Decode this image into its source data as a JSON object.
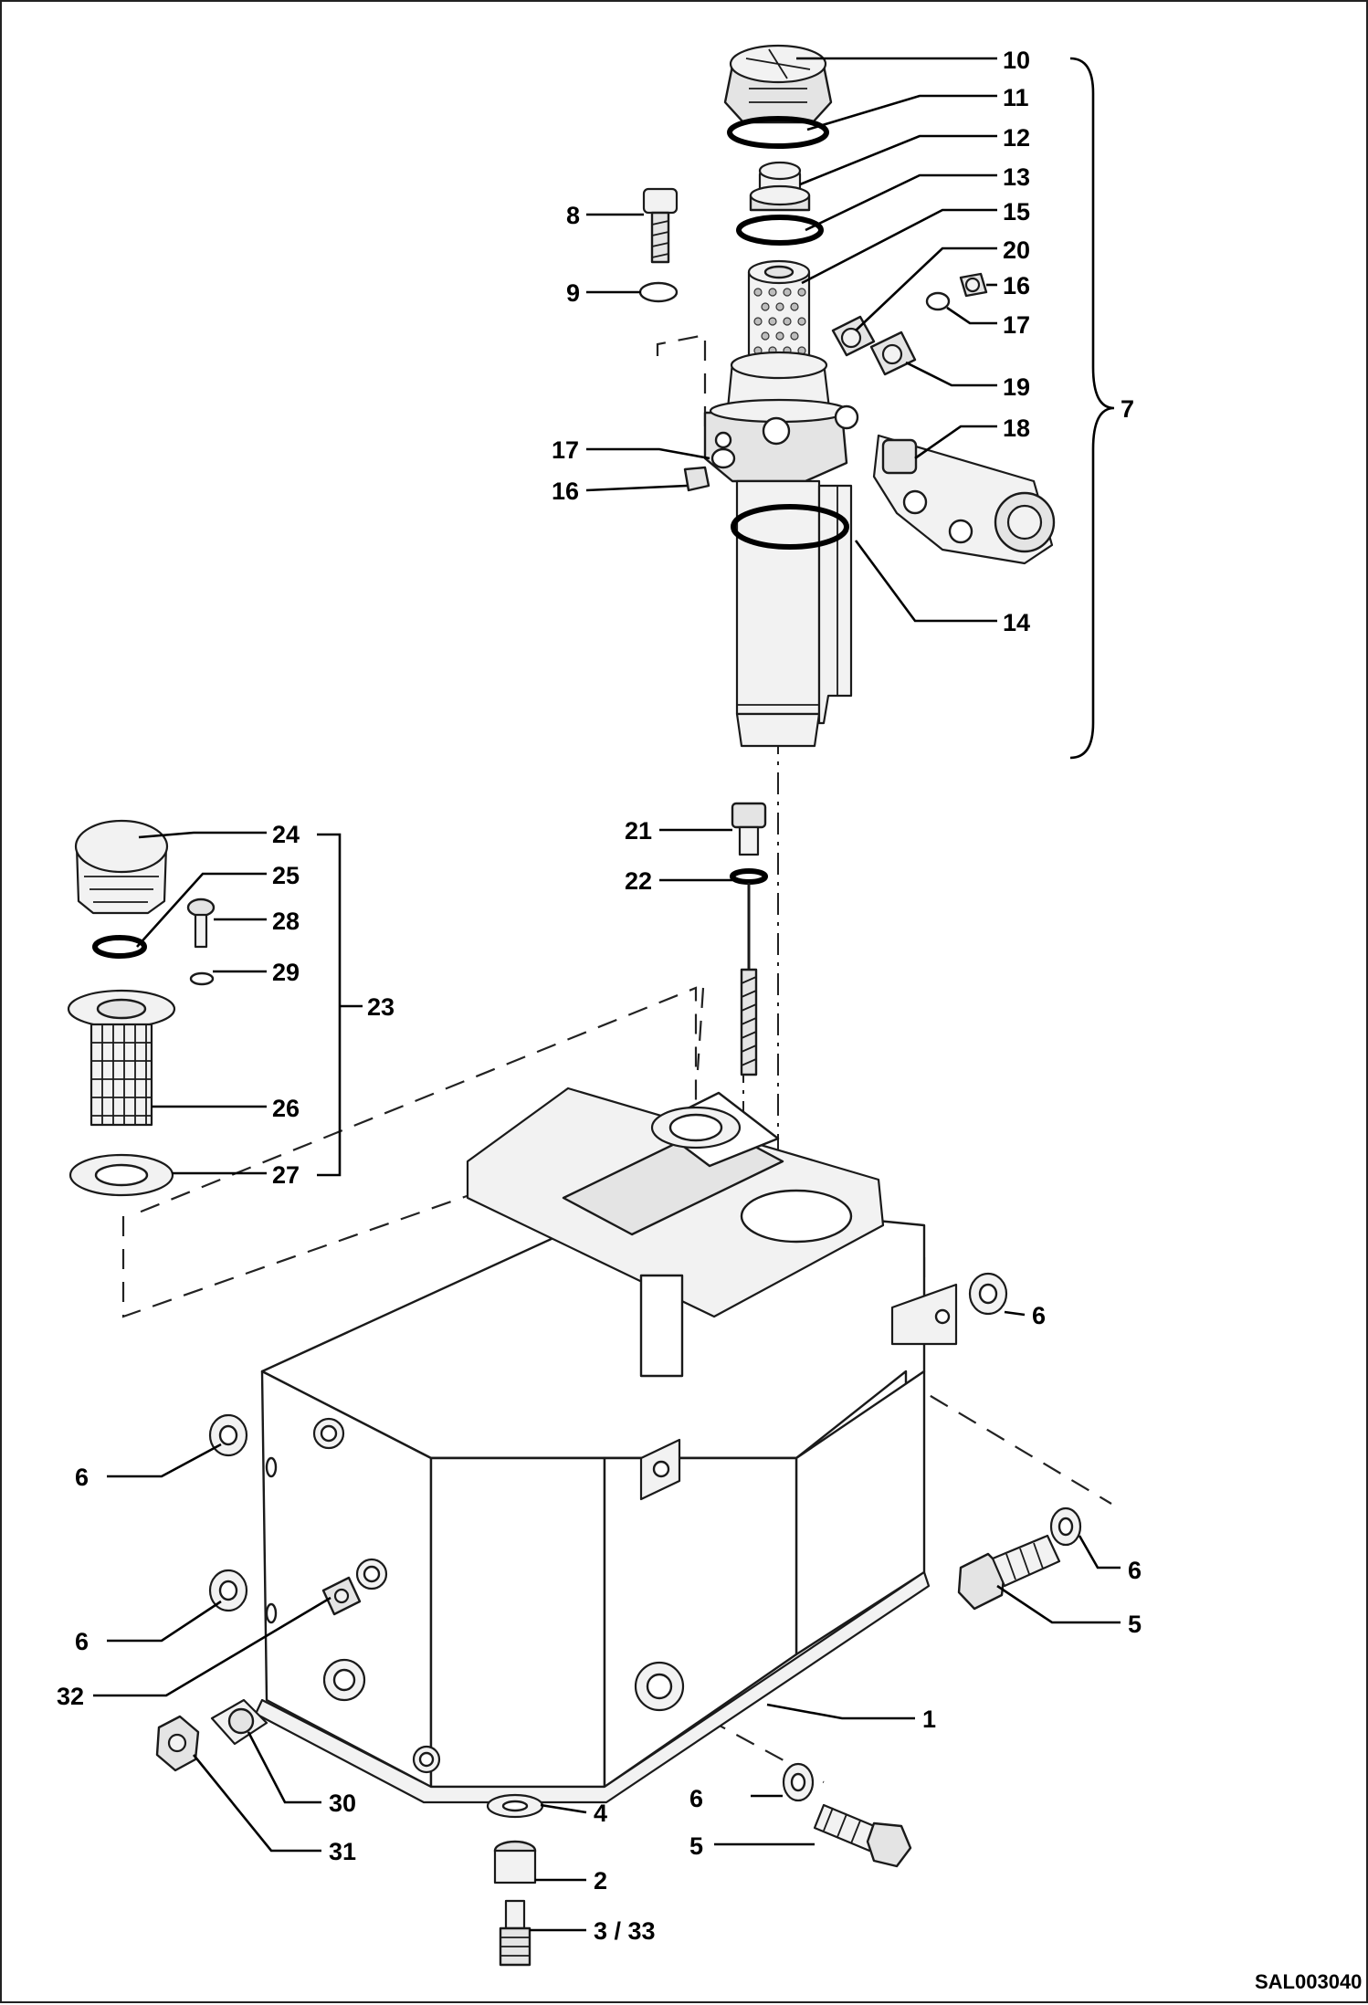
{
  "labels": {
    "p10": "10",
    "p11": "11",
    "p12": "12",
    "p13": "13",
    "p15": "15",
    "p20": "20",
    "p16a": "16",
    "p17a": "17",
    "p19": "19",
    "p18": "18",
    "p8": "8",
    "p9": "9",
    "p7": "7",
    "p17b": "17",
    "p16b": "16",
    "p14": "14",
    "p21": "21",
    "p22": "22",
    "p24": "24",
    "p25": "25",
    "p28": "28",
    "p29": "29",
    "p23": "23",
    "p26": "26",
    "p27": "27",
    "p6a": "6",
    "p6b": "6",
    "p6c": "6",
    "p6d": "6",
    "p6e": "6",
    "p32": "32",
    "p1": "1",
    "p5a": "5",
    "p5b": "5",
    "p30": "30",
    "p4": "4",
    "p31": "31",
    "p2": "2",
    "p3": "3 / 33"
  },
  "drawing_code": "SAL003040",
  "colors": {
    "line": "#000000",
    "fill": "#e4e4e4",
    "background": "#ffffff"
  }
}
